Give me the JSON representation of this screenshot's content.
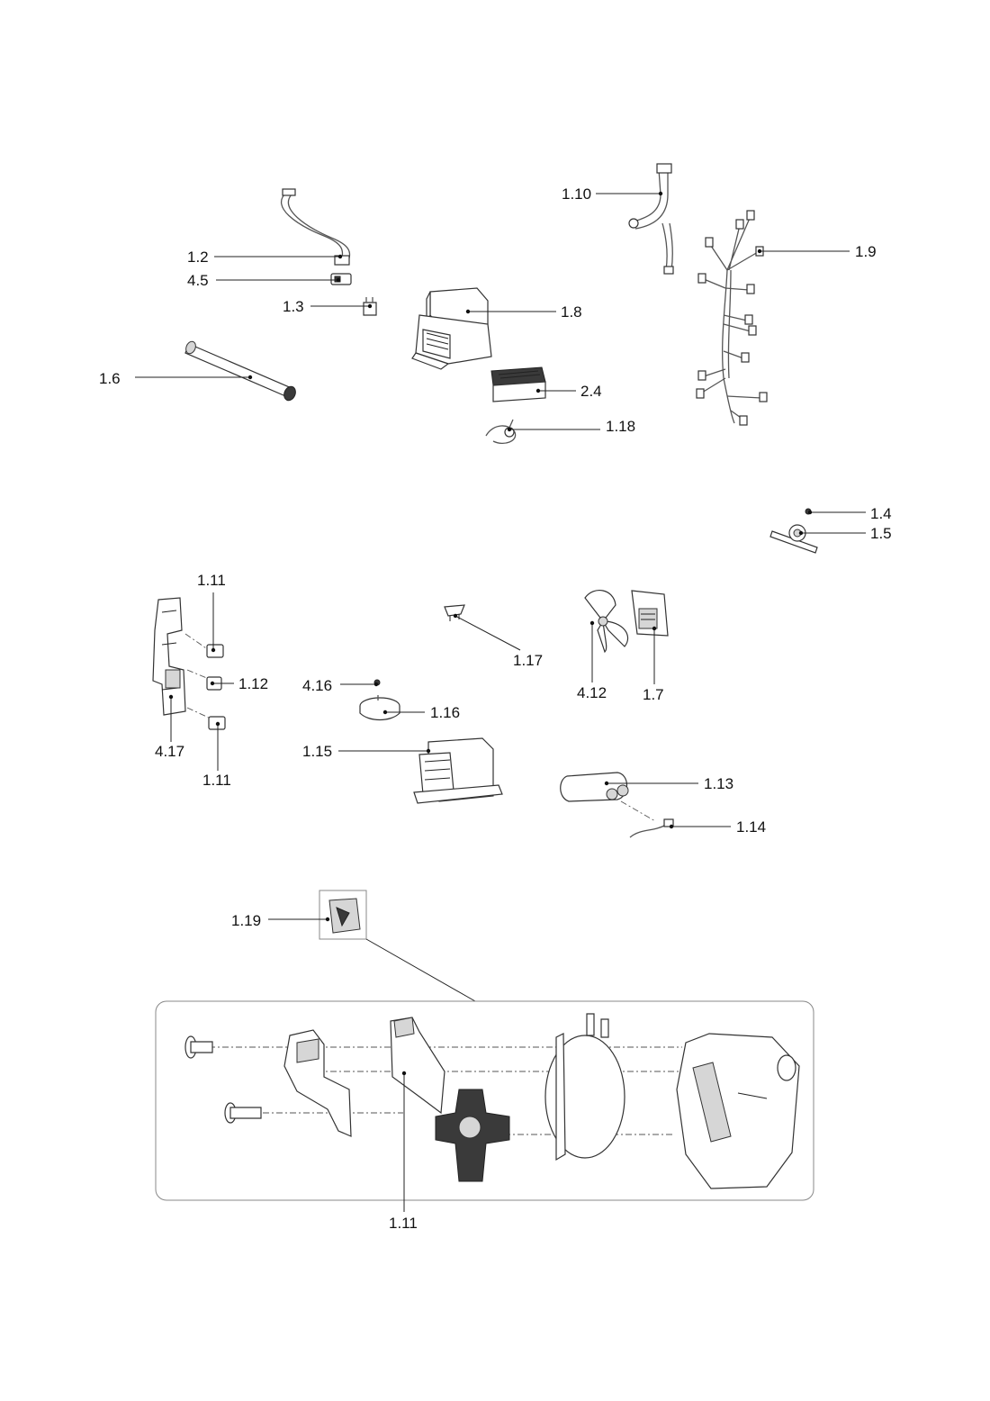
{
  "callouts": [
    {
      "id": "1.2",
      "label": "1.2"
    },
    {
      "id": "4.5",
      "label": "4.5"
    },
    {
      "id": "1.3",
      "label": "1.3"
    },
    {
      "id": "1.6",
      "label": "1.6"
    },
    {
      "id": "1.8",
      "label": "1.8"
    },
    {
      "id": "2.4",
      "label": "2.4"
    },
    {
      "id": "1.18",
      "label": "1.18"
    },
    {
      "id": "1.10",
      "label": "1.10"
    },
    {
      "id": "1.9",
      "label": "1.9"
    },
    {
      "id": "1.4",
      "label": "1.4"
    },
    {
      "id": "1.5",
      "label": "1.5"
    },
    {
      "id": "1.11a",
      "label": "1.11"
    },
    {
      "id": "1.12",
      "label": "1.12"
    },
    {
      "id": "4.17",
      "label": "4.17"
    },
    {
      "id": "1.11b",
      "label": "1.11"
    },
    {
      "id": "1.17",
      "label": "1.17"
    },
    {
      "id": "4.16",
      "label": "4.16"
    },
    {
      "id": "1.16",
      "label": "1.16"
    },
    {
      "id": "1.15",
      "label": "1.15"
    },
    {
      "id": "4.12",
      "label": "4.12"
    },
    {
      "id": "1.7",
      "label": "1.7"
    },
    {
      "id": "1.13",
      "label": "1.13"
    },
    {
      "id": "1.14",
      "label": "1.14"
    },
    {
      "id": "1.19",
      "label": "1.19"
    },
    {
      "id": "1.11c",
      "label": "1.11"
    }
  ],
  "colors": {
    "line": "#222222",
    "background": "#ffffff",
    "detail_frame": "#888888"
  }
}
